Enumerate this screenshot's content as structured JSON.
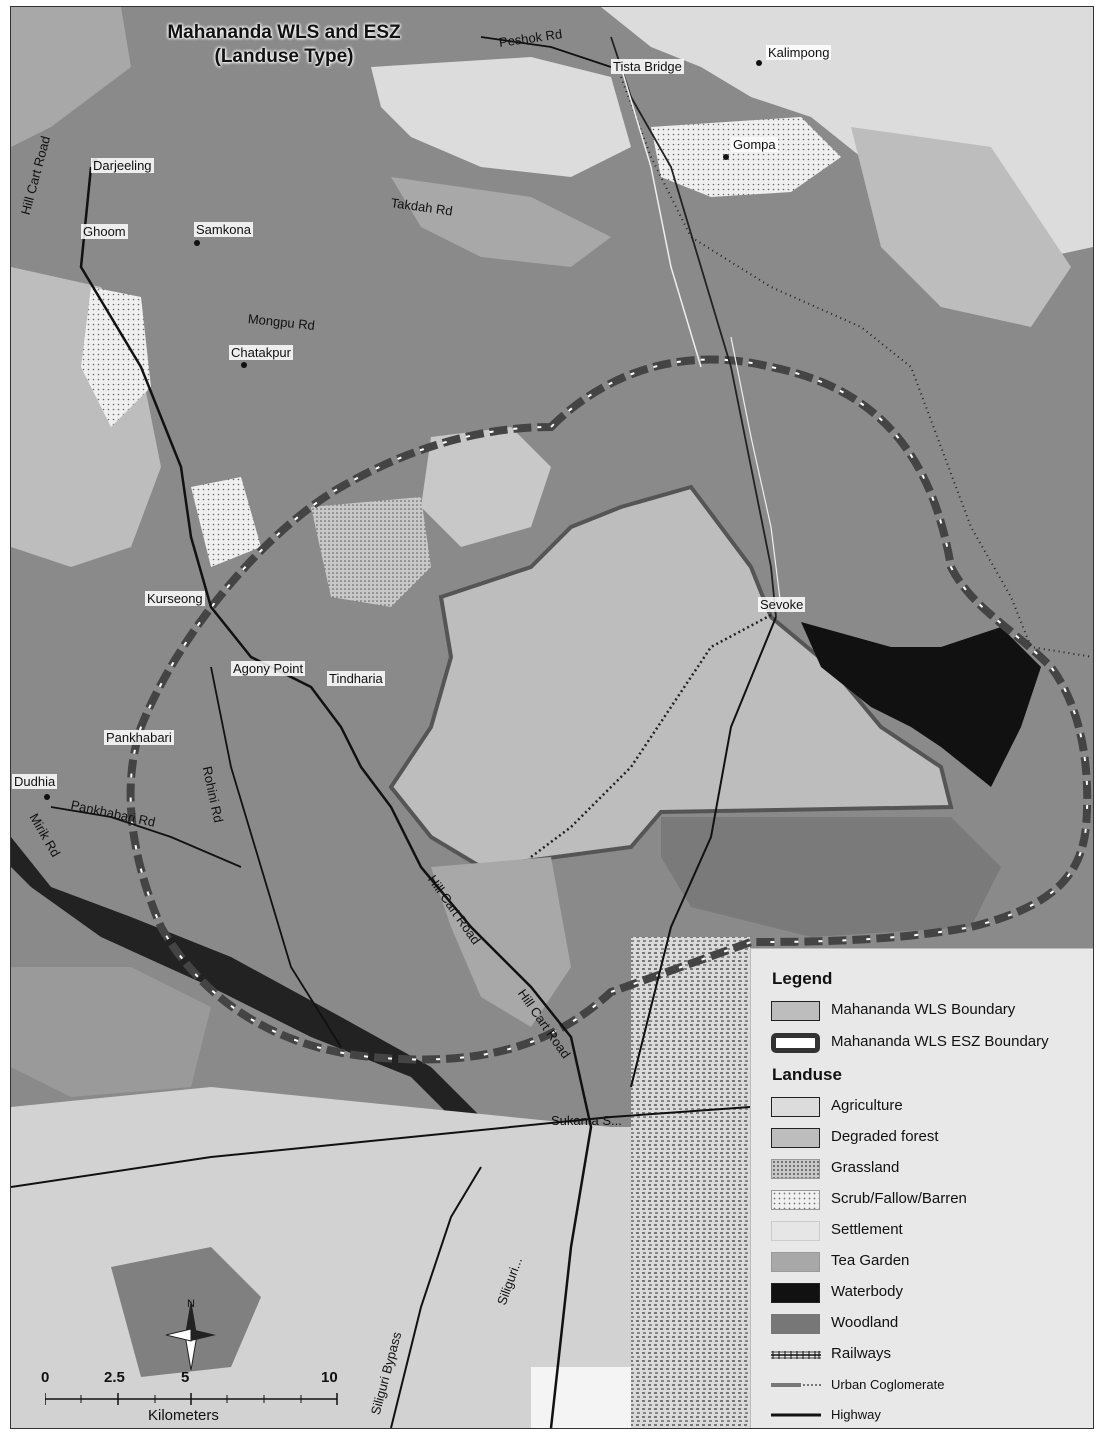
{
  "map": {
    "title_line1": "Mahananda WLS and ESZ",
    "title_line2": "(Landuse Type)"
  },
  "places": [
    {
      "id": "darjeeling",
      "name": "Darjeeling"
    },
    {
      "id": "ghoom",
      "name": "Ghoom"
    },
    {
      "id": "samkona",
      "name": "Samkona"
    },
    {
      "id": "chatakpur",
      "name": "Chatakpur"
    },
    {
      "id": "kalimpong",
      "name": "Kalimpong"
    },
    {
      "id": "tista-bridge",
      "name": "Tista Bridge"
    },
    {
      "id": "gompa",
      "name": "Gompa"
    },
    {
      "id": "kurseong",
      "name": "Kurseong"
    },
    {
      "id": "agony-point",
      "name": "Agony Point"
    },
    {
      "id": "tindharia",
      "name": "Tindharia"
    },
    {
      "id": "pankhabari",
      "name": "Pankhabari"
    },
    {
      "id": "dudhia",
      "name": "Dudhia"
    },
    {
      "id": "sevoke",
      "name": "Sevoke"
    },
    {
      "id": "sukanta",
      "name": "Sukanta S..."
    }
  ],
  "roads": [
    {
      "id": "peshok-rd",
      "name": "Peshok Rd"
    },
    {
      "id": "takdah-rd",
      "name": "Takdah Rd"
    },
    {
      "id": "mongpu-rd",
      "name": "Mongpu Rd"
    },
    {
      "id": "hill-cart-road-nw",
      "name": "Hill Cart Road"
    },
    {
      "id": "rohini-rd",
      "name": "Rohini Rd"
    },
    {
      "id": "pankhabari-rd",
      "name": "Pankhabari Rd"
    },
    {
      "id": "mirik-rd",
      "name": "Mirik Rd"
    },
    {
      "id": "hill-cart-road-s",
      "name": "Hill Cart Road"
    },
    {
      "id": "hill-cart-road-s2",
      "name": "Hill Cart Road"
    },
    {
      "id": "siliguri-bypass",
      "name": "Siliguri Bypass"
    },
    {
      "id": "siliguri-road",
      "name": "Siliguri..."
    }
  ],
  "legend": {
    "title": "Legend",
    "boundary_items": [
      {
        "label": "Mahananda WLS Boundary",
        "style": "wls"
      },
      {
        "label": "Mahananda WLS ESZ Boundary",
        "style": "esz"
      }
    ],
    "landuse_title": "Landuse",
    "landuse_items": [
      {
        "label": "Agriculture",
        "color": "#dcdcdc"
      },
      {
        "label": "Degraded forest",
        "color": "#bdbdbd"
      },
      {
        "label": "Grassland",
        "color": "#c8c8c8",
        "pattern": "dots"
      },
      {
        "label": "Scrub/Fallow/Barren",
        "color": "#f0f0f0",
        "pattern": "dots-light"
      },
      {
        "label": "Settlement",
        "color": "#e6e6e6"
      },
      {
        "label": "Tea Garden",
        "color": "#a8a8a8"
      },
      {
        "label": "Waterbody",
        "color": "#111111"
      },
      {
        "label": "Woodland",
        "color": "#777777"
      }
    ],
    "line_items": [
      {
        "label": "Railways",
        "style": "rail"
      },
      {
        "label": "Urban Coglomerate",
        "style": "urban"
      },
      {
        "label": "Highway",
        "style": "highway"
      }
    ]
  },
  "scale": {
    "ticks": [
      "0",
      "2.5",
      "5",
      "10"
    ],
    "unit": "Kilometers"
  },
  "north_arrow": {
    "letter": "N"
  },
  "colors": {
    "woodland": "#777777",
    "tea_garden": "#a8a8a8",
    "degraded": "#bdbdbd",
    "agriculture": "#dcdcdc",
    "settlement": "#e6e6e6",
    "water": "#111111",
    "boundary": "#555555"
  }
}
